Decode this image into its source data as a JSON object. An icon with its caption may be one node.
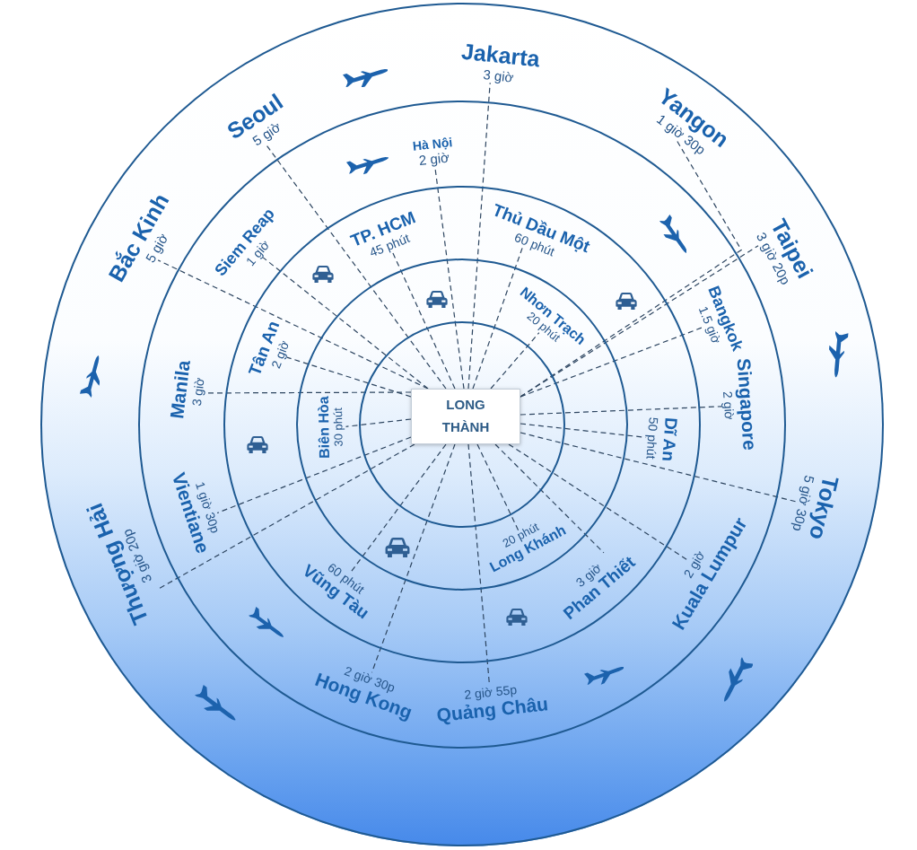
{
  "diagram": {
    "nodes": [
      {
        "text": [],
        "shape": "circle"
      },
      {
        "text": [],
        "shape": "circle",
        "in": 0
      },
      {
        "text": [],
        "shape": "circle",
        "in": 1
      },
      {
        "text": [],
        "shape": "circle",
        "in": 2
      },
      {
        "text": [],
        "shape": "circle",
        "in": 3
      },
      {
        "text": [
          "LONG THÀNH"
        ],
        "in": 4
      },
      {
        "text": [
          "Nhơn Trạch",
          "20 phút"
        ],
        "in": 3
      },
      {
        "text": [
          "Long Khánh",
          "20 phút"
        ],
        "in": 3
      },
      {
        "text": [
          "Biên Hòa",
          "30 phút"
        ],
        "in": 3
      },
      {
        "text": [
          "TP. HCM",
          "45 phút"
        ],
        "in": 2
      },
      {
        "text": [
          "Thủ Dầu Một",
          "60 phút"
        ],
        "in": 2
      },
      {
        "text": [
          "Dĩ An",
          "50 phút"
        ],
        "in": 2
      },
      {
        "text": [
          "Phan Thiết",
          "3 giờ"
        ],
        "in": 2
      },
      {
        "text": [
          "Vũng Tàu",
          "60 phút"
        ],
        "in": 2
      },
      {
        "text": [
          "Tân An",
          "2 giờ"
        ],
        "in": 2
      },
      {
        "text": [
          "Hà Nội",
          "2 giờ"
        ],
        "in": 1
      },
      {
        "text": [
          "Bangkok",
          "1.5 giờ"
        ],
        "in": 1
      },
      {
        "text": [
          "Singapore",
          "2 giờ"
        ],
        "in": 1
      },
      {
        "text": [
          "Kuala Lumpur",
          "2 giờ"
        ],
        "in": 1
      },
      {
        "text": [
          "Quảng Châu",
          "2 giờ 55p"
        ],
        "in": 1
      },
      {
        "text": [
          "Hong Kong",
          "2 giờ 30p"
        ],
        "in": 1
      },
      {
        "text": [
          "Vientiane",
          "1 giờ 30p"
        ],
        "in": 1
      },
      {
        "text": [
          "Manila",
          "3 giờ"
        ],
        "in": 1
      },
      {
        "text": [
          "Siem Reap",
          "1 giờ"
        ],
        "in": 1
      },
      {
        "text": [
          "Jakarta",
          "3 giờ"
        ],
        "in": 0
      },
      {
        "text": [
          "Yangon",
          "1 giờ 30p"
        ],
        "in": 0
      },
      {
        "text": [
          "Taipei",
          "3 giờ 20p"
        ],
        "in": 0
      },
      {
        "text": [
          "Tokyo",
          "5 giờ 30p"
        ],
        "in": 0
      },
      {
        "text": [
          "Thượng Hải",
          "3 giờ 20p"
        ],
        "in": 0
      },
      {
        "text": [
          "Bắc Kinh",
          "5 giờ"
        ],
        "in": 0
      },
      {
        "text": [
          "Seoul",
          "5 giờ"
        ],
        "in": 0
      }
    ],
    "edges": [
      {
        "from": 5,
        "to": 6,
        "arrow": "none",
        "style": "dashed"
      },
      {
        "from": 5,
        "to": 7,
        "arrow": "none",
        "style": "dashed"
      },
      {
        "from": 5,
        "to": 8,
        "arrow": "none",
        "style": "dashed"
      },
      {
        "from": 5,
        "to": 9,
        "arrow": "none",
        "style": "dashed"
      },
      {
        "from": 5,
        "to": 10,
        "arrow": "none",
        "style": "dashed"
      },
      {
        "from": 5,
        "to": 11,
        "arrow": "none",
        "style": "dashed"
      },
      {
        "from": 5,
        "to": 12,
        "arrow": "none",
        "style": "dashed"
      },
      {
        "from": 5,
        "to": 13,
        "arrow": "none",
        "style": "dashed"
      },
      {
        "from": 5,
        "to": 14,
        "arrow": "none",
        "style": "dashed"
      },
      {
        "from": 5,
        "to": 15,
        "arrow": "none",
        "style": "dashed"
      },
      {
        "from": 5,
        "to": 16,
        "arrow": "none",
        "style": "dashed"
      },
      {
        "from": 5,
        "to": 17,
        "arrow": "none",
        "style": "dashed"
      },
      {
        "from": 5,
        "to": 18,
        "arrow": "none",
        "style": "dashed"
      },
      {
        "from": 5,
        "to": 19,
        "arrow": "none",
        "style": "dashed"
      },
      {
        "from": 5,
        "to": 20,
        "arrow": "none",
        "style": "dashed"
      },
      {
        "from": 5,
        "to": 21,
        "arrow": "none",
        "style": "dashed"
      },
      {
        "from": 5,
        "to": 22,
        "arrow": "none",
        "style": "dashed"
      },
      {
        "from": 5,
        "to": 23,
        "arrow": "none",
        "style": "dashed"
      },
      {
        "from": 5,
        "to": 24,
        "arrow": "none",
        "style": "dashed"
      },
      {
        "from": 5,
        "to": 25,
        "arrow": "none",
        "style": "dashed"
      },
      {
        "from": 5,
        "to": 26,
        "arrow": "none",
        "style": "dashed"
      },
      {
        "from": 5,
        "to": 27,
        "arrow": "none",
        "style": "dashed"
      },
      {
        "from": 5,
        "to": 28,
        "arrow": "none",
        "style": "dashed"
      },
      {
        "from": 5,
        "to": 29,
        "arrow": "none",
        "style": "dashed"
      },
      {
        "from": 5,
        "to": 30,
        "arrow": "none",
        "style": "dashed"
      }
    ]
  }
}
